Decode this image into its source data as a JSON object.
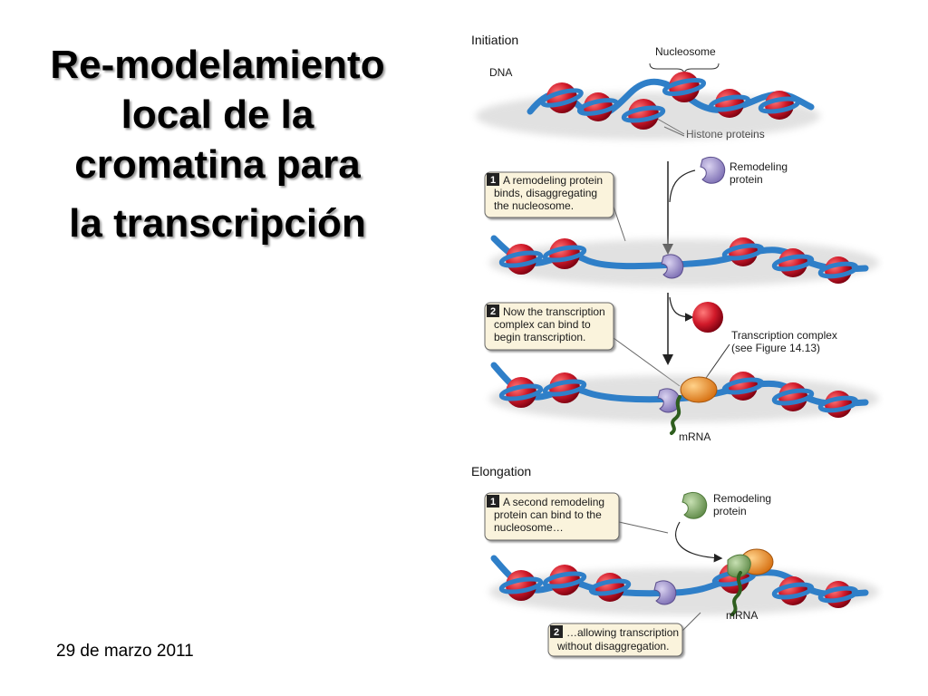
{
  "slide": {
    "title_line1": "Re-modelamiento local de la cromatina para",
    "title_line2": "la transcripción",
    "date": "29 de marzo 2011"
  },
  "diagram": {
    "initiation": {
      "heading": "Initiation",
      "dna_label": "DNA",
      "nucleosome_label": "Nucleosome",
      "histone_label": "Histone proteins",
      "remodeling_label_1": "Remodeling",
      "remodeling_label_2": "protein",
      "step1": {
        "number": "1",
        "lines": [
          "A remodeling protein",
          "binds, disaggregating",
          "the nucleosome."
        ]
      },
      "step2": {
        "number": "2",
        "lines": [
          "Now the transcription",
          "complex can bind to",
          "begin transcription."
        ]
      },
      "tc_label_1": "Transcription complex",
      "tc_label_2": "(see Figure 14.13)",
      "mrna_label": "mRNA"
    },
    "elongation": {
      "heading": "Elongation",
      "step1": {
        "number": "1",
        "lines": [
          "A second remodeling",
          "protein can bind to the",
          "nucleosome…"
        ]
      },
      "remodeling_label_1": "Remodeling",
      "remodeling_label_2": "protein",
      "mrna_label": "mRNA",
      "step2": {
        "number": "2",
        "lines": [
          "…allowing transcription",
          "without disaggregation."
        ]
      }
    }
  },
  "colors": {
    "dna_strand": "#2f7fc8",
    "histone": "#c8102e",
    "remodeling_protein_1": "#9b8fc9",
    "remodeling_protein_2": "#7fa86a",
    "transcription_complex": "#e8891e",
    "mrna": "#2e5e1e",
    "callout_fill": "#faf3dc"
  }
}
